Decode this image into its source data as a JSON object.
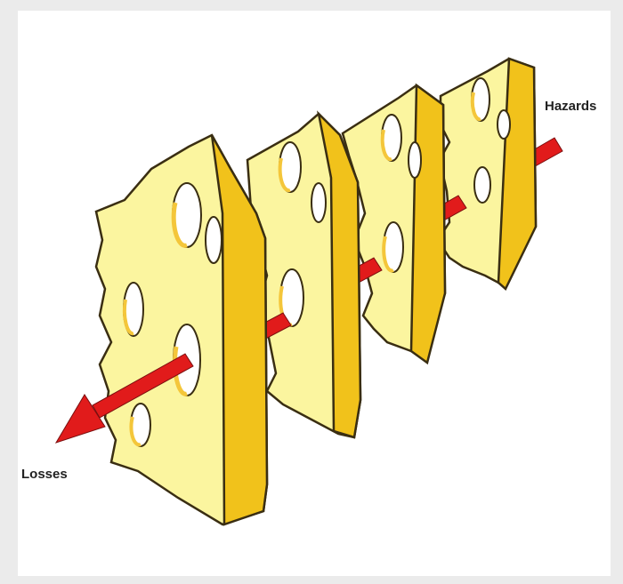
{
  "diagram": {
    "labels": {
      "hazards": "Hazards",
      "losses": "Losses"
    },
    "slice_count": 4,
    "colors": {
      "cheese_face": "#fbf59f",
      "cheese_side": "#f1c21b",
      "cheese_outline": "#3a2e12",
      "arrow": "#e11b1b",
      "hole_rim": "#f4c63a"
    },
    "icons": [
      "cheese-slice",
      "arrow"
    ]
  }
}
